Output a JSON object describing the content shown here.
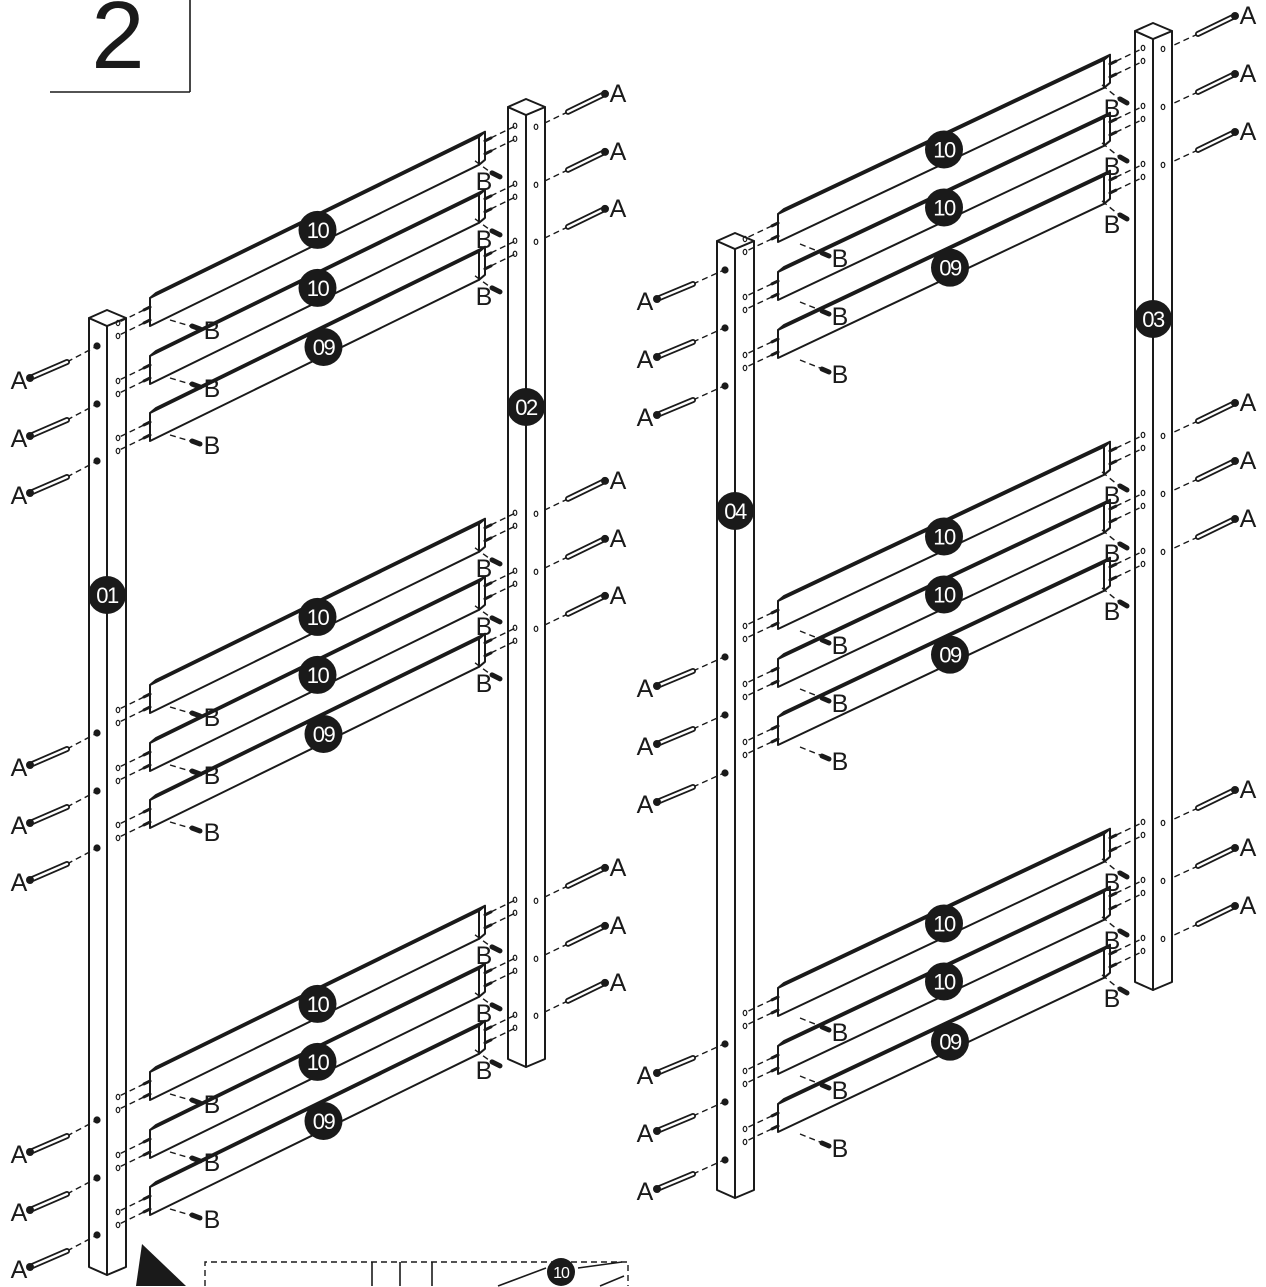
{
  "step": {
    "number": "2"
  },
  "fasteners": {
    "screw_label": "A",
    "dowel_label": "B"
  },
  "left_frame": {
    "post_left": "01",
    "post_right": "02",
    "slat_groups": [
      [
        "10",
        "10",
        "09"
      ],
      [
        "10",
        "10",
        "09"
      ],
      [
        "10",
        "10",
        "09"
      ]
    ]
  },
  "right_frame": {
    "post_left": "04",
    "post_right": "03",
    "slat_groups": [
      [
        "10",
        "10",
        "09"
      ],
      [
        "10",
        "10",
        "09"
      ],
      [
        "10",
        "10",
        "09"
      ]
    ]
  },
  "detail_view": {
    "part_label": "10"
  }
}
